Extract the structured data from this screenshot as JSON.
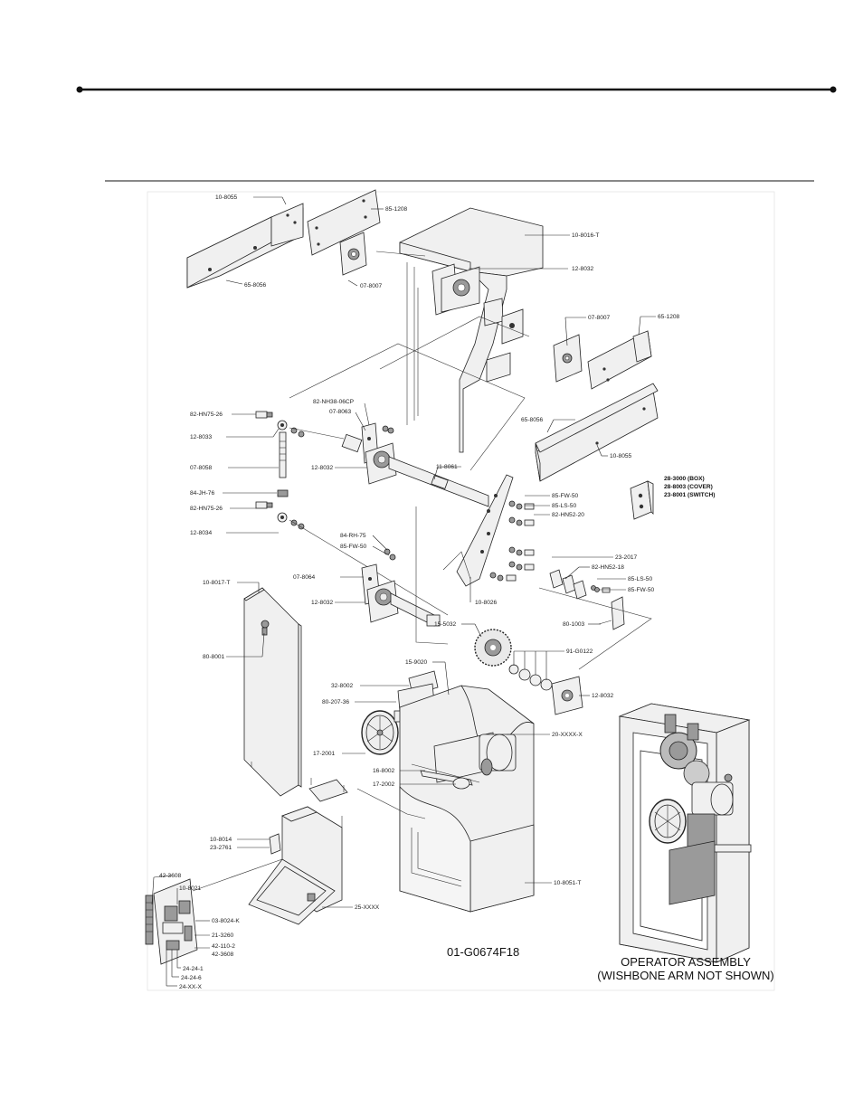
{
  "drawing_number": "01-G0674F18",
  "title": {
    "line1": "OPERATOR ASSEMBLY",
    "line2": "(WISHBONE ARM NOT SHOWN)"
  },
  "callouts": {
    "c10_8055_top": "10-8055",
    "c85_1208_top": "85-1208",
    "c65_8056_top": "65-8056",
    "c07_8007_top": "07-8007",
    "c10_8016_T": "10-8016-T",
    "c12_8032_a": "12-8032",
    "c07_8007_right": "07-8007",
    "c65_1208_right": "65-1208",
    "c82_NH38": "82-NH38-06CP",
    "c07_8063": "07-8063",
    "c82_HN75_26_a": "82-HN75-26",
    "c12_8033": "12-8033",
    "c65_8056_mid": "65-8056",
    "c10_8055_mid": "10-8055",
    "c07_8058": "07-8058",
    "c12_8032_b": "12-8032",
    "c11_8061": "11-8061",
    "c84_JH_76": "84-JH-76",
    "c82_HN75_26_b": "82-HN75-26",
    "c12_8034": "12-8034",
    "c85_FW_50_a": "85-FW-50",
    "c85_LS_50_a": "85-LS-50",
    "c82_HN52_20": "82-HN52-20",
    "c84_RH_75": "84-RH-75",
    "c85_FW_50_b": "85-FW-50",
    "c07_8064": "07-8064",
    "c10_8017_T": "10-8017-T",
    "c12_8032_c": "12-8032",
    "c23_2017": "23-2017",
    "c82_HN52_18": "82-HN52-18",
    "c85_LS_50_b": "85-LS-50",
    "c85_FW_50_c": "85-FW-50",
    "c10_8026": "10-8026",
    "c80_1003": "80-1003",
    "c80_8001": "80-8001",
    "c15_5032": "15-5032",
    "c91_G0122": "91-G0122",
    "c15_9020": "15-9020",
    "c32_8002": "32-8002",
    "c12_8032_d": "12-8032",
    "c80_207_36": "80-207-36",
    "c20_XXXX_X": "20-XXXX-X",
    "c17_2001": "17-2001",
    "c16_8002": "16-8002",
    "c17_2002": "17-2002",
    "c10_8014": "10-8014",
    "c23_2761": "23-2761",
    "c42_3608_a": "42-3608",
    "c10_8021": "10-8021",
    "c10_8051_T": "10-8051-T",
    "c03_8024_K": "03-8024-K",
    "c25_XXXX": "25-XXXX",
    "c21_3260": "21-3260",
    "c42_110_2": "42-110-2",
    "c42_3608_b": "42-3608",
    "c24_24_1": "24-24-1",
    "c24_24_6": "24-24-6",
    "c24_XX_X": "24-XX-X"
  },
  "switch_box": {
    "box": "28-3000 (BOX)",
    "cover": "28-8003 (COVER)",
    "switch": "23-8001 (SWITCH)"
  }
}
